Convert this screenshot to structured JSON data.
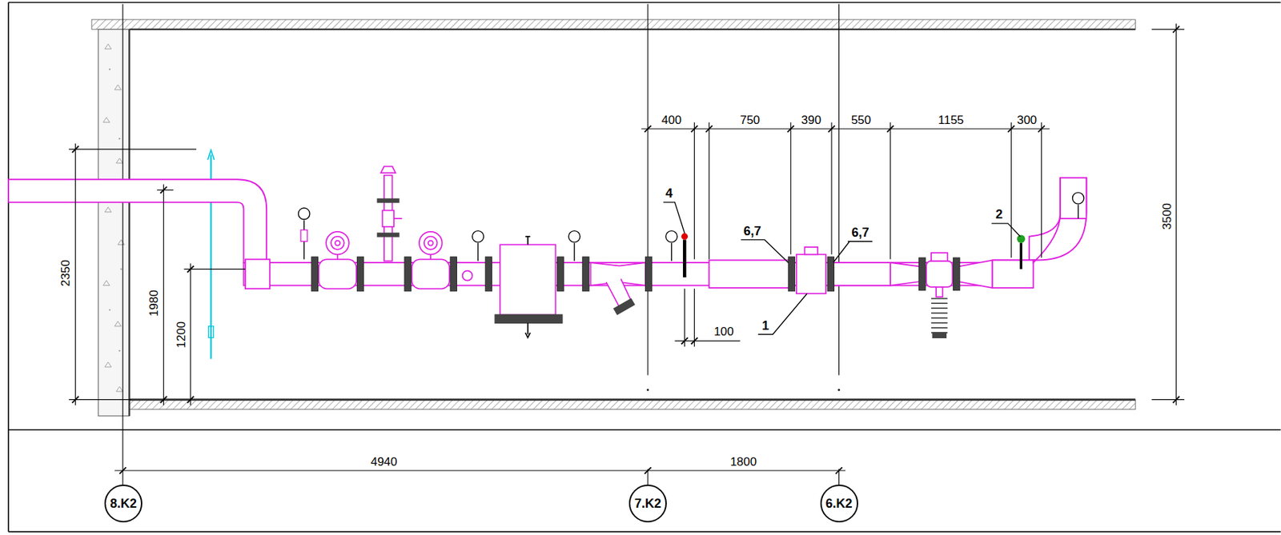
{
  "diagram": {
    "nodes": [
      {
        "text": [
          "8.K2"
        ]
      },
      {
        "text": [
          "7.K2"
        ]
      },
      {
        "text": [
          "6.K2"
        ]
      }
    ],
    "labels": [
      "400",
      "750",
      "390",
      "550",
      "1155",
      "300",
      "4",
      "6,7",
      "6,7",
      "1",
      "2",
      "100",
      "2350",
      "1980",
      "1200",
      "3500",
      "4940",
      "1800"
    ]
  }
}
